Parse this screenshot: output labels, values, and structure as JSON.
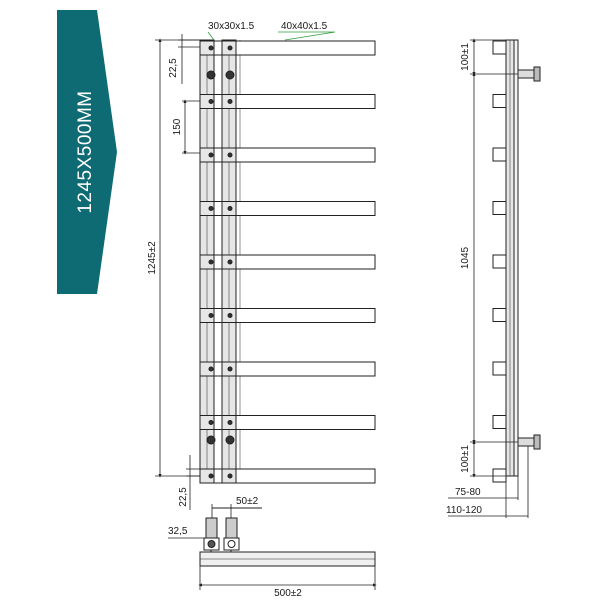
{
  "banner": {
    "text": "1245X500MM",
    "color": "#0e6b74"
  },
  "front_view": {
    "profile_vertical": "30x30x1.5",
    "profile_horizontal": "40x40x1.5",
    "top_offset": "22,5",
    "bar_spacing": "150",
    "total_height": "1245±2",
    "bottom_offset": "22,5",
    "bar_count": 9
  },
  "side_view": {
    "top_bracket": "100±1",
    "center_distance": "1045",
    "bottom_bracket": "100±1",
    "wall_depth": "75-80",
    "total_depth": "110-120"
  },
  "bottom_view": {
    "valve_spacing": "50±2",
    "valve_offset": "32,5",
    "total_width": "500±2"
  },
  "colors": {
    "line": "#222222",
    "rail_fill": "#e6e6e6",
    "leader": "#2f9a3c"
  }
}
